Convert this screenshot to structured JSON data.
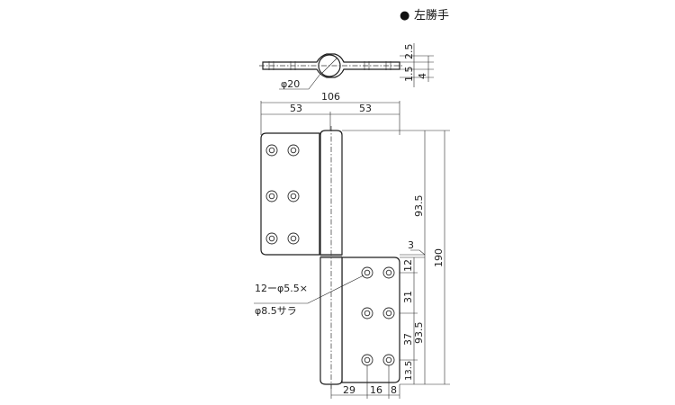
{
  "header": {
    "bullet": "●",
    "title": "左勝手"
  },
  "top_view": {
    "diameter": "φ20",
    "thickness_upper": "2.5",
    "thickness_lower": "1.5",
    "thickness_total": "4"
  },
  "dimensions": {
    "overall_width": "106",
    "left_half": "53",
    "right_half": "53",
    "overall_height": "190",
    "upper_leaf_height": "93.5",
    "lower_leaf_height": "93.5",
    "gap": "3",
    "hole_pitch_top": "12",
    "hole_pitch_mid": "31",
    "hole_pitch_bottom": "37",
    "bottom_margin": "13.5",
    "bottom_29": "29",
    "bottom_16": "16",
    "bottom_8": "8"
  },
  "callout": {
    "line1": "12ーφ5.5×",
    "line2": "φ8.5サラ"
  },
  "colors": {
    "line": "#2a2a2a",
    "background": "#ffffff"
  }
}
